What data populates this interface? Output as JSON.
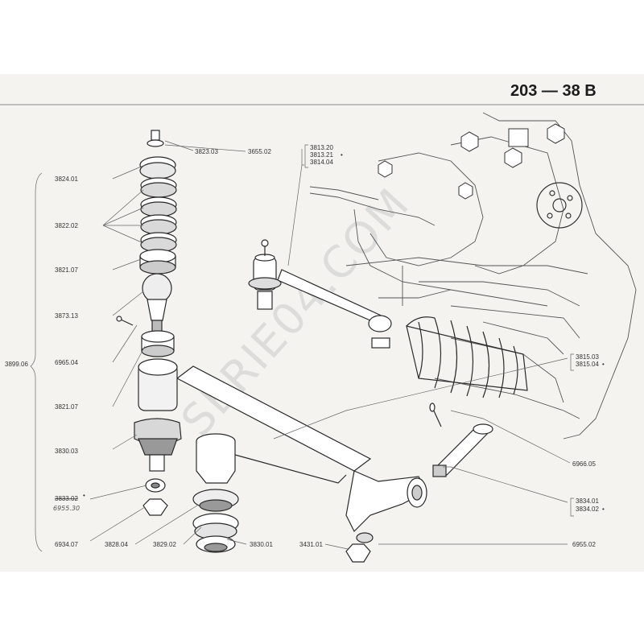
{
  "header": {
    "page_code": "203 — 38 B"
  },
  "watermark": {
    "text": "SERIE04.COM"
  },
  "labels": {
    "l3823_03": "3823.03",
    "l3655_02": "3655.02",
    "l3824_01": "3824.01",
    "l3822_02": "3822.02",
    "l3821_07_top": "3821.07",
    "l3873_13": "3873.13",
    "l6965_04": "6965.04",
    "l3899_06": "3899.06",
    "l3821_07_bottom": "3821.07",
    "l3830_03": "3830.03",
    "l_struck": "3833.02",
    "l_hand": "6955.30",
    "l6934_07": "6934.07",
    "l3828_04": "3828.04",
    "l3829_02": "3829.02",
    "l3830_01": "3830.01",
    "l3431_01": "3431.01",
    "l6955_02": "6955.02",
    "l3813_20": "3813.20",
    "l3813_21": "3813.21",
    "l3814_04": "3814.04",
    "l3815_03": "3815.03",
    "l3815_04": "3815.04",
    "l6966_05": "6966.05",
    "l3834_01": "3834.01",
    "l3834_02": "3834.02"
  },
  "colors": {
    "sheet": "#f4f3ef",
    "ink": "#2a2a2a",
    "page_bg": "#ffffff"
  }
}
